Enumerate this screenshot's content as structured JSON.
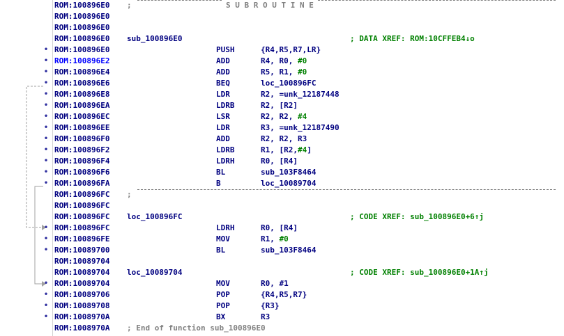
{
  "colors": {
    "address": "#000080",
    "current_address": "#0000ff",
    "mnemonic": "#000080",
    "immediate": "#008000",
    "xref_comment": "#008000",
    "comment": "#808080",
    "flow_arrow": "#a0a0a0"
  },
  "separator": {
    "subroutine_text": "S U B R O U T I N E"
  },
  "lines": [
    {
      "addr": "ROM:100896E0",
      "sep": "subroutine",
      "comment": "; "
    },
    {
      "addr": "ROM:100896E0"
    },
    {
      "addr": "ROM:100896E0"
    },
    {
      "addr": "ROM:100896E0",
      "label": "sub_100896E0",
      "xref": "; DATA XREF: ROM:10CFFEB4↓o"
    },
    {
      "addr": "ROM:100896E0",
      "bullet": true,
      "mnem": "PUSH",
      "ops": [
        {
          "t": "{R4,R5,R7,LR}"
        }
      ]
    },
    {
      "addr": "ROM:100896E2",
      "bullet": true,
      "current": true,
      "mnem": "ADD",
      "ops": [
        {
          "t": "R4, R0, "
        },
        {
          "t": "#0",
          "imm": true
        }
      ]
    },
    {
      "addr": "ROM:100896E4",
      "bullet": true,
      "mnem": "ADD",
      "ops": [
        {
          "t": "R5, R1, "
        },
        {
          "t": "#0",
          "imm": true
        }
      ]
    },
    {
      "addr": "ROM:100896E6",
      "bullet": true,
      "mnem": "BEQ",
      "ops": [
        {
          "t": "loc_100896FC"
        }
      ]
    },
    {
      "addr": "ROM:100896E8",
      "bullet": true,
      "mnem": "LDR",
      "ops": [
        {
          "t": "R2, =unk_12187448"
        }
      ]
    },
    {
      "addr": "ROM:100896EA",
      "bullet": true,
      "mnem": "LDRB",
      "ops": [
        {
          "t": "R2, [R2]"
        }
      ]
    },
    {
      "addr": "ROM:100896EC",
      "bullet": true,
      "mnem": "LSR",
      "ops": [
        {
          "t": "R2, R2, "
        },
        {
          "t": "#4",
          "imm": true
        }
      ]
    },
    {
      "addr": "ROM:100896EE",
      "bullet": true,
      "mnem": "LDR",
      "ops": [
        {
          "t": "R3, =unk_12187490"
        }
      ]
    },
    {
      "addr": "ROM:100896F0",
      "bullet": true,
      "mnem": "ADD",
      "ops": [
        {
          "t": "R2, R2, R3"
        }
      ]
    },
    {
      "addr": "ROM:100896F2",
      "bullet": true,
      "mnem": "LDRB",
      "ops": [
        {
          "t": "R1, [R2,"
        },
        {
          "t": "#4",
          "imm": true
        },
        {
          "t": "]"
        }
      ]
    },
    {
      "addr": "ROM:100896F4",
      "bullet": true,
      "mnem": "LDRH",
      "ops": [
        {
          "t": "R0, [R4]"
        }
      ]
    },
    {
      "addr": "ROM:100896F6",
      "bullet": true,
      "mnem": "BL",
      "ops": [
        {
          "t": "sub_103F8464"
        }
      ]
    },
    {
      "addr": "ROM:100896FA",
      "bullet": true,
      "mnem": "B",
      "ops": [
        {
          "t": "loc_10089704"
        }
      ]
    },
    {
      "addr": "ROM:100896FC",
      "sep": "plain",
      "comment": "; "
    },
    {
      "addr": "ROM:100896FC"
    },
    {
      "addr": "ROM:100896FC",
      "label": "loc_100896FC",
      "xref": "; CODE XREF: sub_100896E0+6↑j"
    },
    {
      "addr": "ROM:100896FC",
      "bullet": true,
      "mnem": "LDRH",
      "ops": [
        {
          "t": "R0, [R4]"
        }
      ]
    },
    {
      "addr": "ROM:100896FE",
      "bullet": true,
      "mnem": "MOV",
      "ops": [
        {
          "t": "R1, "
        },
        {
          "t": "#0",
          "imm": true
        }
      ]
    },
    {
      "addr": "ROM:10089700",
      "bullet": true,
      "mnem": "BL",
      "ops": [
        {
          "t": "sub_103F8464"
        }
      ]
    },
    {
      "addr": "ROM:10089704"
    },
    {
      "addr": "ROM:10089704",
      "label": "loc_10089704",
      "xref": "; CODE XREF: sub_100896E0+1A↑j"
    },
    {
      "addr": "ROM:10089704",
      "bullet": true,
      "mnem": "MOV",
      "ops": [
        {
          "t": "R0, #1"
        }
      ]
    },
    {
      "addr": "ROM:10089706",
      "bullet": true,
      "mnem": "POP",
      "ops": [
        {
          "t": "{R4,R5,R7}"
        }
      ]
    },
    {
      "addr": "ROM:10089708",
      "bullet": true,
      "mnem": "POP",
      "ops": [
        {
          "t": "{R3}"
        }
      ]
    },
    {
      "addr": "ROM:1008970A",
      "bullet": true,
      "mnem": "BX",
      "ops": [
        {
          "t": "R3"
        }
      ]
    },
    {
      "addr": "ROM:1008970A",
      "comment_line": "; End of function sub_100896E0"
    }
  ]
}
